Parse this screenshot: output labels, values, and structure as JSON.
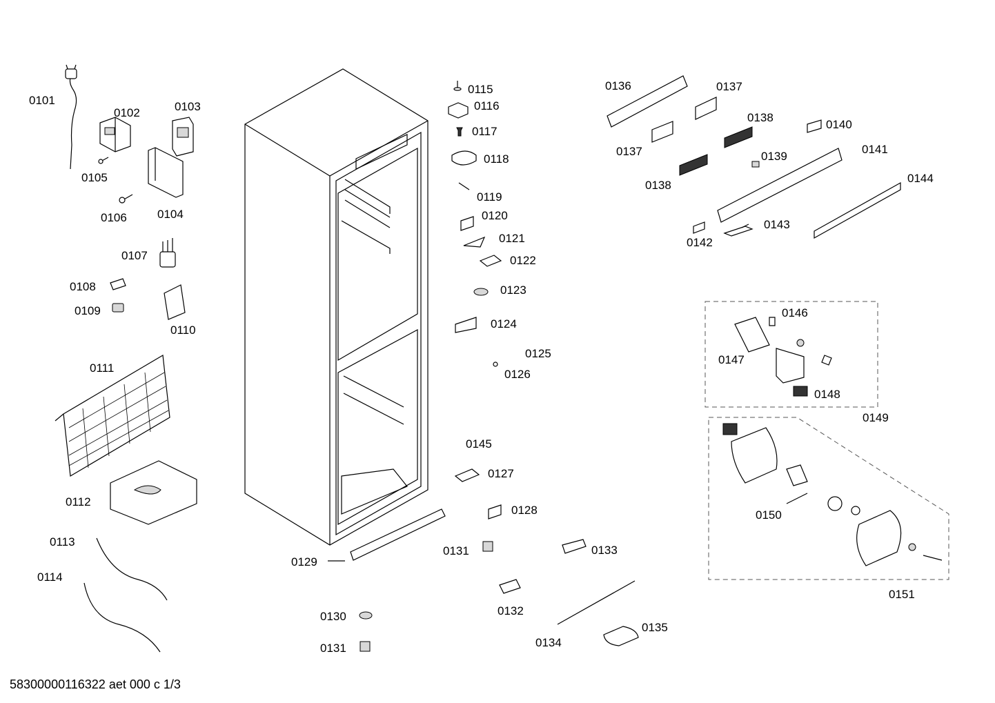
{
  "document": {
    "footer": "58300000116322 aet 000 c 1/3"
  },
  "labels": {
    "p0101": "0101",
    "p0102": "0102",
    "p0103": "0103",
    "p0104": "0104",
    "p0105": "0105",
    "p0106": "0106",
    "p0107": "0107",
    "p0108": "0108",
    "p0109": "0109",
    "p0110": "0110",
    "p0111": "0111",
    "p0112": "0112",
    "p0113": "0113",
    "p0114": "0114",
    "p0115": "0115",
    "p0116": "0116",
    "p0117": "0117",
    "p0118": "0118",
    "p0119": "0119",
    "p0120": "0120",
    "p0121": "0121",
    "p0122": "0122",
    "p0123": "0123",
    "p0124": "0124",
    "p0125": "0125",
    "p0126": "0126",
    "p0127": "0127",
    "p0128": "0128",
    "p0129": "0129",
    "p0130": "0130",
    "p0131a": "0131",
    "p0131b": "0131",
    "p0132": "0132",
    "p0133": "0133",
    "p0134": "0134",
    "p0135": "0135",
    "p0136": "0136",
    "p0137a": "0137",
    "p0137b": "0137",
    "p0138a": "0138",
    "p0138b": "0138",
    "p0139": "0139",
    "p0140": "0140",
    "p0141": "0141",
    "p0142": "0142",
    "p0143": "0143",
    "p0144": "0144",
    "p0145": "0145",
    "p0146": "0146",
    "p0147": "0147",
    "p0148": "0148",
    "p0149": "0149",
    "p0150": "0150",
    "p0151": "0151"
  }
}
